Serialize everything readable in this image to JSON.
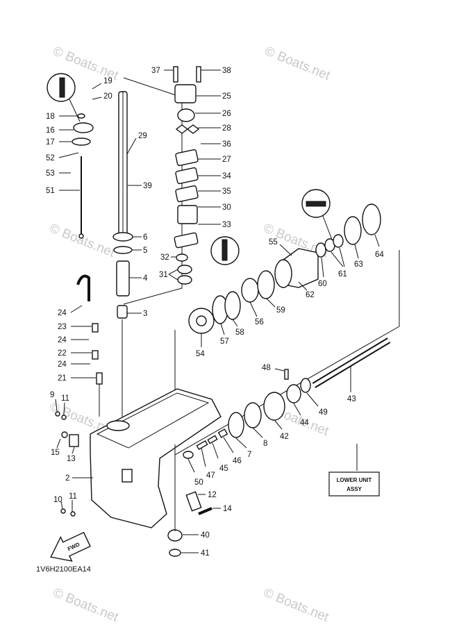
{
  "watermark": "© Boats.net",
  "diagram_code": "1V6H2100EA14",
  "fwd_label": "FWD",
  "assembly_box": {
    "line1": "LOWER UNIT",
    "line2": "ASSY"
  },
  "callouts": [
    "37",
    "38",
    "19",
    "20",
    "25",
    "18",
    "26",
    "16",
    "28",
    "29",
    "17",
    "36",
    "52",
    "27",
    "34",
    "53",
    "39",
    "51",
    "35",
    "30",
    "33",
    "6",
    "5",
    "32",
    "4",
    "31",
    "55",
    "60",
    "61",
    "63",
    "64",
    "62",
    "59",
    "3",
    "56",
    "58",
    "57",
    "54",
    "24",
    "23",
    "24",
    "22",
    "24",
    "21",
    "48",
    "43",
    "9",
    "11",
    "49",
    "44",
    "42",
    "15",
    "13",
    "8",
    "7",
    "46",
    "45",
    "47",
    "50",
    "2",
    "12",
    "10",
    "11",
    "14",
    "40",
    "41"
  ],
  "colors": {
    "line": "#111111",
    "watermark": "#c9c9c9",
    "background": "#ffffff"
  }
}
